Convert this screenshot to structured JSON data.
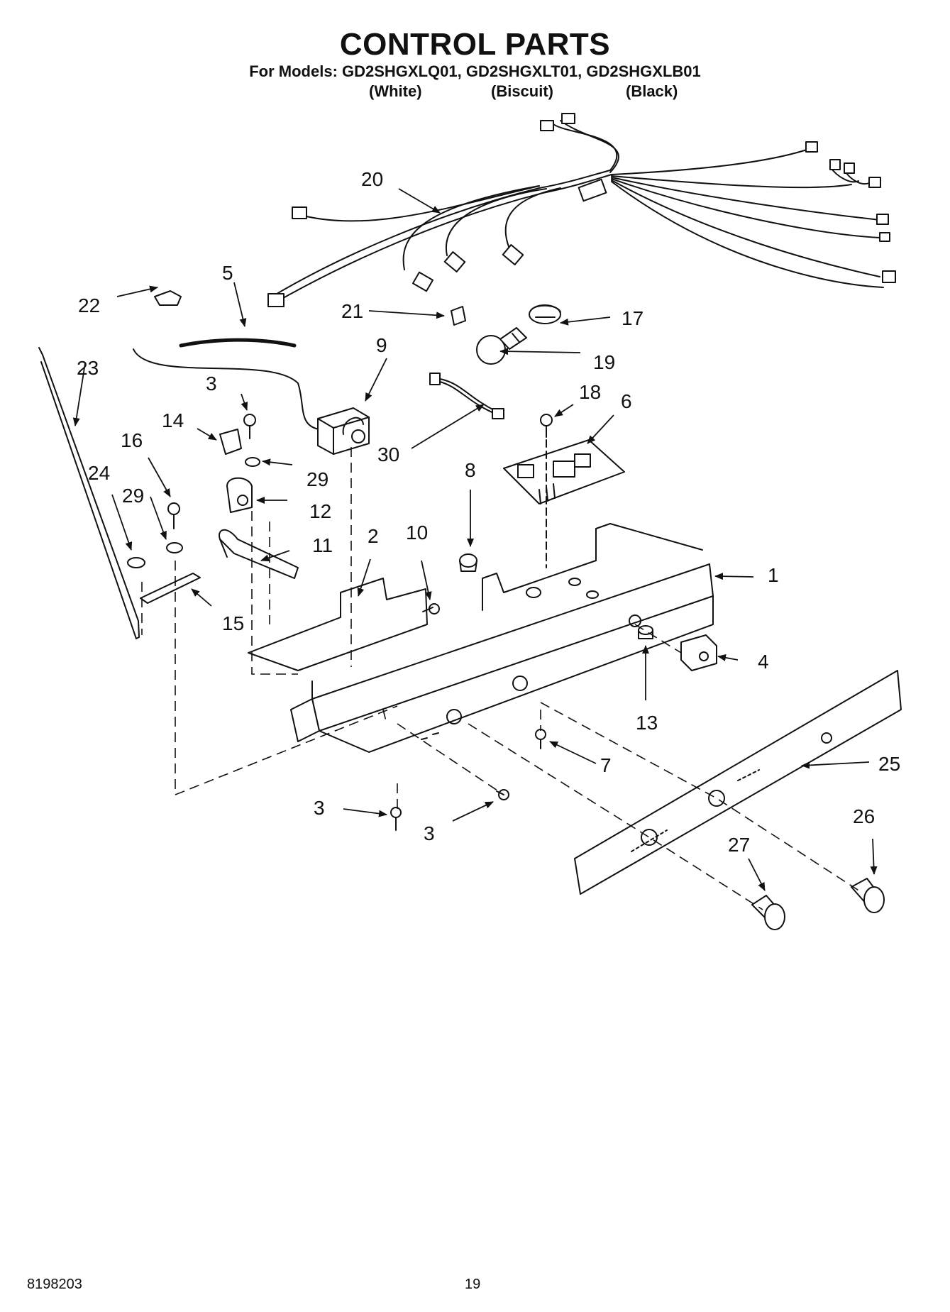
{
  "page": {
    "title": "CONTROL PARTS",
    "models_line": "For Models: GD2SHGXLQ01, GD2SHGXLT01, GD2SHGXLB01",
    "color_variants": [
      "(White)",
      "(Biscuit)",
      "(Black)"
    ],
    "doc_number": "8198203",
    "page_number": "19"
  },
  "callouts": {
    "c1": "1",
    "c2": "2",
    "c3a": "3",
    "c3b": "3",
    "c3c": "3",
    "c4": "4",
    "c5": "5",
    "c6": "6",
    "c7": "7",
    "c8": "8",
    "c9": "9",
    "c10": "10",
    "c11": "11",
    "c12": "12",
    "c13": "13",
    "c14": "14",
    "c15": "15",
    "c16": "16",
    "c17": "17",
    "c18": "18",
    "c19": "19",
    "c20": "20",
    "c21": "21",
    "c22": "22",
    "c23": "23",
    "c24": "24",
    "c25": "25",
    "c26": "26",
    "c27": "27",
    "c29a": "29",
    "c29b": "29",
    "c30": "30"
  }
}
